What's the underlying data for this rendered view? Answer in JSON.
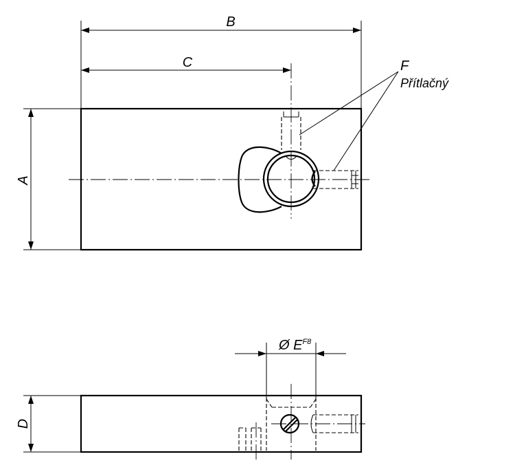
{
  "labels": {
    "dim_a": "A",
    "dim_b": "B",
    "dim_c": "C",
    "dim_d": "D",
    "dim_e_prefix": "Ø E",
    "dim_e_tolerance": "F8",
    "callout_f": "F",
    "callout_f_desc": "Přítlačný"
  }
}
